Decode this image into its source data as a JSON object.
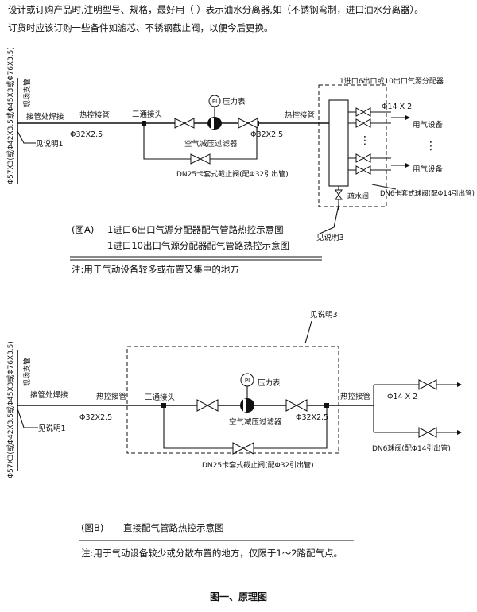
{
  "intro": {
    "line1": "设计或订购产品时,注明型号、规格，最好用（ ）表示油水分离器,如（不锈钢弯制，进口油水分离器）。",
    "line2": "订货时应该订购一些备件如滤芯、不锈钢截止阀，以便今后更换。"
  },
  "diagramA": {
    "main_pipe_spec": "Φ57X3(或Φ42X3.5或Φ45X3或Φ76X3.5)",
    "branch_label": "现场支管",
    "weld_label": "接管处焊接",
    "note1_label": "见说明1",
    "hot_pipe_left": "热控接管",
    "pipe_size_left": "Φ32X2.5",
    "tee_label": "三通接头",
    "gauge_symbol": "PI",
    "gauge_label": "压力表",
    "filter_label": "空气减压过滤器",
    "pipe_size_right": "Φ32X2.5",
    "hot_pipe_right": "热控接管",
    "bypass_label": "DN25卡套式截止阀(配Φ32引出管)",
    "manifold_label": "1进口6出口或10出口气源分配器",
    "outlet_size": "Φ14 X 2",
    "equipment_top": "用气设备",
    "equipment_bottom": "用气设备",
    "ellipsis": "⋮",
    "ball_valve_label": "DN6卡套式球阀(配Φ14引出管)",
    "drain_label": "疏水阀",
    "note3_label": "见说明3",
    "caption_prefix": "(图A)",
    "caption_line1": "1进口6出口气源分配器配气管路热控示意图",
    "caption_line2": "1进口10出口气源分配器配气管路热控示意图",
    "note": "注:用于气动设备较多或布置又集中的地方"
  },
  "diagramB": {
    "note3_label": "见说明3",
    "main_pipe_spec": "Φ57X3(或Φ42X3.5或Φ45X3或Φ76X3.5)",
    "branch_label": "现场支管",
    "weld_label": "接管处焊接",
    "note1_label": "见说明1",
    "hot_pipe_left": "热控接管",
    "pipe_size_left": "Φ32X2.5",
    "tee_label": "三通接头",
    "gauge_symbol": "PI",
    "gauge_label": "压力表",
    "filter_label": "空气减压过滤器",
    "pipe_size_right": "Φ32X2.5",
    "hot_pipe_right": "热控接管",
    "bypass_label": "DN25卡套式截止阀(配Φ32引出管)",
    "outlet_size": "Φ14 X 2",
    "ball_valve_label": "DN6球阀(配Φ14引出管)",
    "caption_prefix": "(图B)",
    "caption": "直接配气管路热控示意图",
    "note": "注:用于气动设备较少或分散布置的地方，仅限于1～2路配气点。"
  },
  "figure_title": "图一、原理图"
}
